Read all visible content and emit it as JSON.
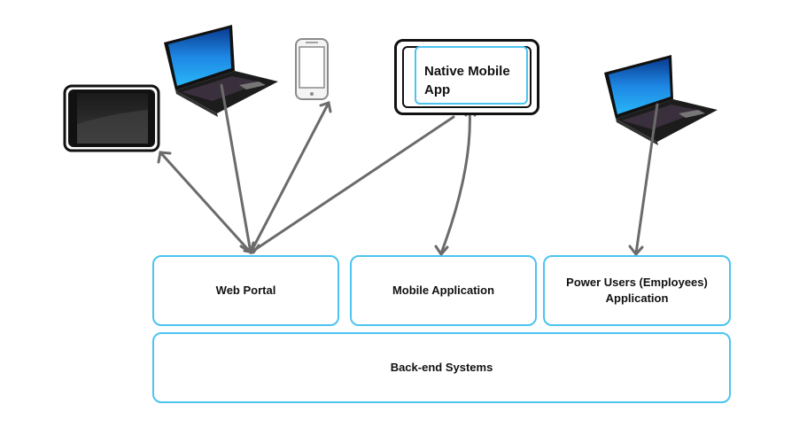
{
  "native_app": {
    "label_line1": "Native Mobile",
    "label_line2": "App"
  },
  "boxes": {
    "web_portal": "Web Portal",
    "mobile_application": "Mobile Application",
    "power_users_line1": "Power Users (Employees)",
    "power_users_line2": "Application",
    "backend": "Back-end Systems"
  },
  "colors": {
    "box_border": "#4cc4f0",
    "arrow": "#6b6b6b"
  },
  "icons": [
    "tablet-icon",
    "laptop-icon",
    "smartphone-icon",
    "laptop-icon"
  ]
}
